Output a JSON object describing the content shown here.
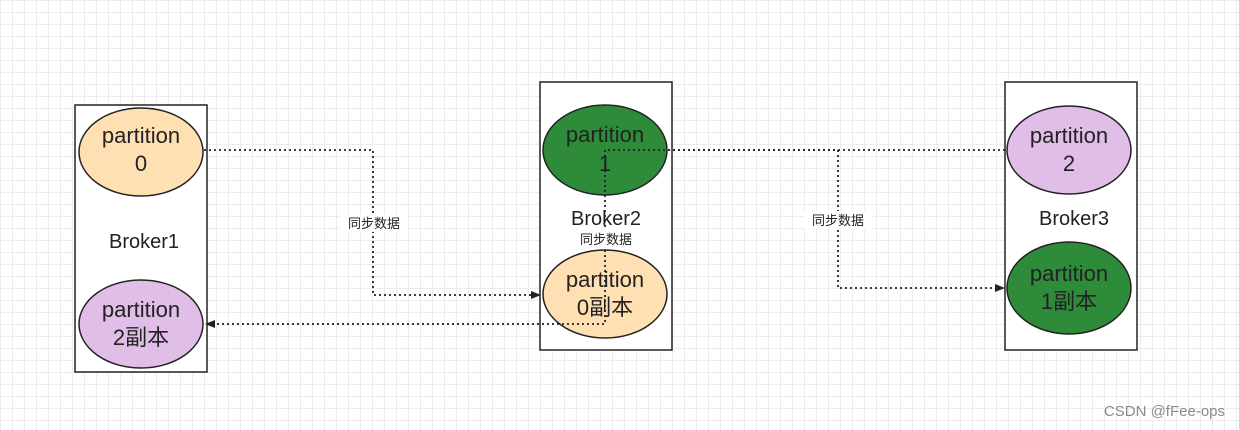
{
  "brokers": [
    {
      "id": "broker1",
      "label": "Broker1"
    },
    {
      "id": "broker2",
      "label": "Broker2"
    },
    {
      "id": "broker3",
      "label": "Broker3"
    }
  ],
  "partitions": [
    {
      "id": "p0",
      "lines": [
        "partition",
        "0"
      ],
      "color": "#ffe0b2"
    },
    {
      "id": "p2r",
      "lines": [
        "partition",
        "2副本"
      ],
      "color": "#e1bee7"
    },
    {
      "id": "p1",
      "lines": [
        "partition",
        "1"
      ],
      "color": "#2e8b3a"
    },
    {
      "id": "p0r",
      "lines": [
        "partition",
        "0副本"
      ],
      "color": "#ffe0b2"
    },
    {
      "id": "p2",
      "lines": [
        "partition",
        "2"
      ],
      "color": "#e1bee7"
    },
    {
      "id": "p1r",
      "lines": [
        "partition",
        "1副本"
      ],
      "color": "#2e8b3a"
    }
  ],
  "edges": [
    {
      "id": "e1",
      "label": "同步数据"
    },
    {
      "id": "e2",
      "label": "同步数据"
    },
    {
      "id": "e3",
      "label": "同步数据"
    }
  ],
  "watermark": "CSDN @fFee-ops"
}
